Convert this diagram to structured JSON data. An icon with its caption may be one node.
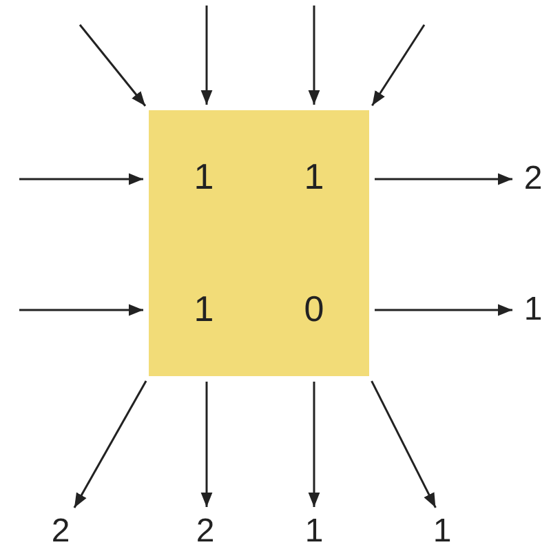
{
  "diagram": {
    "nodes": [
      {
        "text": [
          "1",
          "1",
          "1",
          "0"
        ]
      },
      {
        "text": [
          "2"
        ]
      },
      {
        "text": [
          "1"
        ]
      },
      {
        "text": [
          "2"
        ]
      },
      {
        "text": [
          "2"
        ]
      },
      {
        "text": [
          "1"
        ]
      },
      {
        "text": [
          "1"
        ]
      }
    ],
    "edges": [
      {
        "from": null,
        "to": 0,
        "arrow": "to"
      },
      {
        "from": null,
        "to": 0,
        "arrow": "to"
      },
      {
        "from": null,
        "to": 0,
        "arrow": "to"
      },
      {
        "from": null,
        "to": 0,
        "arrow": "to"
      },
      {
        "from": null,
        "to": 0,
        "arrow": "to"
      },
      {
        "from": null,
        "to": 0,
        "arrow": "to"
      },
      {
        "from": 0,
        "to": 1,
        "arrow": "to"
      },
      {
        "from": 0,
        "to": 2,
        "arrow": "to"
      },
      {
        "from": 0,
        "to": 3,
        "arrow": "to"
      },
      {
        "from": 0,
        "to": 4,
        "arrow": "to"
      },
      {
        "from": 0,
        "to": 5,
        "arrow": "to"
      },
      {
        "from": 0,
        "to": 6,
        "arrow": "to"
      }
    ]
  }
}
